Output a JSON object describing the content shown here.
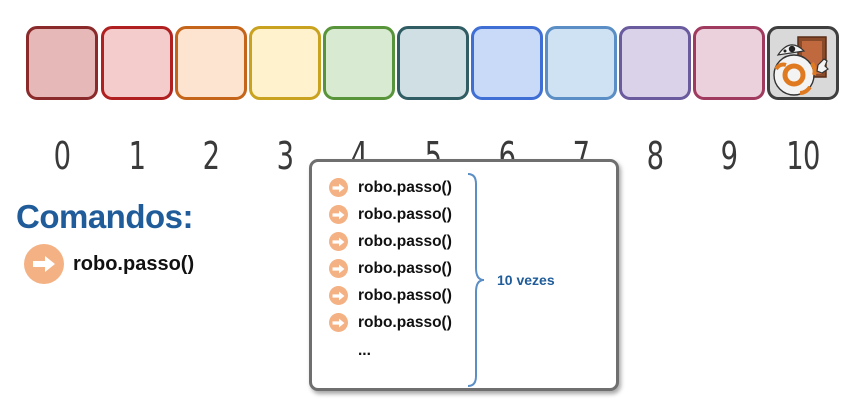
{
  "track": {
    "cells": [
      {
        "number": "0",
        "fill": "#e6b8b7",
        "border": "#8b2a2a"
      },
      {
        "number": "1",
        "fill": "#f4cccc",
        "border": "#b02020"
      },
      {
        "number": "2",
        "fill": "#fce4d0",
        "border": "#c4651a"
      },
      {
        "number": "3",
        "fill": "#fff2cc",
        "border": "#c9a21f"
      },
      {
        "number": "4",
        "fill": "#d9ead3",
        "border": "#58953a"
      },
      {
        "number": "5",
        "fill": "#d0dfe3",
        "border": "#305c63"
      },
      {
        "number": "6",
        "fill": "#c9daf8",
        "border": "#3f6fd4"
      },
      {
        "number": "7",
        "fill": "#cfe2f3",
        "border": "#5b8ec4"
      },
      {
        "number": "8",
        "fill": "#d9d2e9",
        "border": "#6a5a9e"
      },
      {
        "number": "9",
        "fill": "#ead1dc",
        "border": "#a03a5e"
      },
      {
        "number": "10",
        "fill": "#d9d9d9",
        "border": "#3f3f3f"
      }
    ]
  },
  "commands": {
    "title": "Comandos:",
    "items": [
      {
        "label": "robo.passo()",
        "icon": "arrow-right-icon"
      }
    ]
  },
  "code": {
    "lines": [
      "robo.passo()",
      "robo.passo()",
      "robo.passo()",
      "robo.passo()",
      "robo.passo()",
      "robo.passo()"
    ],
    "ellipsis": "...",
    "brace_label": "10 vezes"
  },
  "colors": {
    "accent_title": "#1f5c99",
    "arrow_circle": "#f4b183"
  }
}
